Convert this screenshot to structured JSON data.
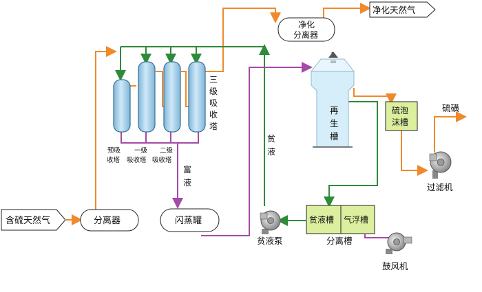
{
  "labels": {
    "feed_gas": "含硫天然气",
    "separator": "分离器",
    "flash_tank": "闪蒸罐",
    "purify_separator_line1": "净化",
    "purify_separator_line2": "分离器",
    "clean_gas": "净化天然气",
    "three_stage_absorber": [
      "三",
      "级",
      "吸",
      "收",
      "塔"
    ],
    "pre_absorber": [
      "预吸",
      "收塔"
    ],
    "first_absorber": [
      "一级",
      "吸收塔"
    ],
    "second_absorber": [
      "二级",
      "吸收塔"
    ],
    "rich_liquid": [
      "富",
      "液"
    ],
    "lean_liquid": [
      "贫",
      "液"
    ],
    "lean_pump": "贫液泵",
    "regen_tank": [
      "再",
      "生",
      "槽"
    ],
    "sulfur_foam_tank": [
      "硫泡",
      "沫槽"
    ],
    "filter": "过滤机",
    "sulfur_cake": "硫磺",
    "lean_tank": "贫液槽",
    "flotation_tank": "气浮槽",
    "separation_tank": "分离槽",
    "blower": "鼓风机"
  },
  "colors": {
    "gas_line": "#f0892a",
    "liquid_line": "#2e8b3a",
    "rich_line": "#a44aa8",
    "column_fill": "#a9d4ee",
    "tank_fill": "#d6eef9",
    "box_fill": "#dcef9f",
    "arrow_head": "#555555"
  }
}
